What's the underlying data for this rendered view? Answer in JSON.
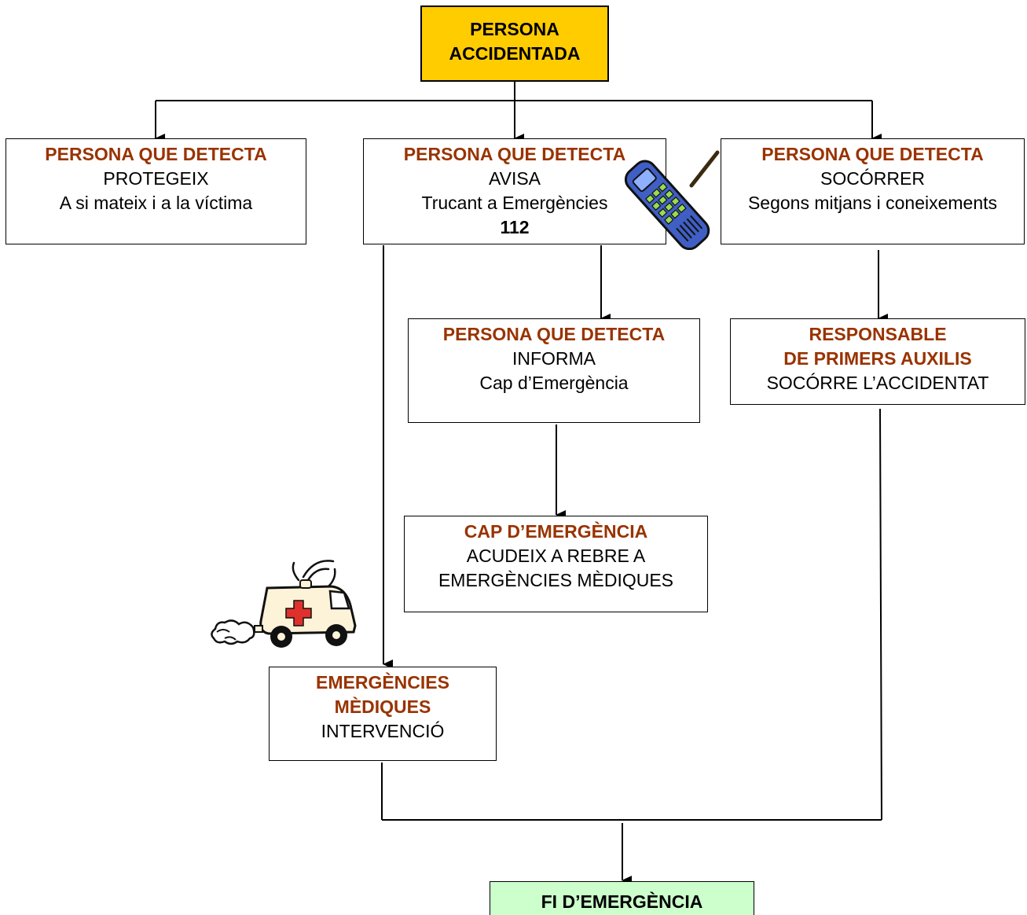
{
  "colors": {
    "title_text": "#993300",
    "root_fill": "#ffcc00",
    "end_fill": "#ccffcc",
    "phone_fill": "#3f5fc4",
    "cross_fill": "#e0302c"
  },
  "nodes": {
    "root": {
      "title": [
        "PERSONA",
        "ACCIDENTADA"
      ]
    },
    "protect": {
      "title": "PERSONA QUE DETECTA",
      "lines": [
        "PROTEGEIX",
        "A si mateix i a la víctima"
      ]
    },
    "alert": {
      "title": "PERSONA QUE DETECTA",
      "lines": [
        "AVISA",
        "Trucant a Emergències"
      ],
      "number": "112"
    },
    "help": {
      "title": "PERSONA QUE DETECTA",
      "lines": [
        "SOCÓRRER",
        "Segons mitjans i coneixements"
      ]
    },
    "inform": {
      "title": "PERSONA QUE DETECTA",
      "lines": [
        "INFORMA",
        "Cap d’Emergència"
      ]
    },
    "first_aid": {
      "title": [
        "RESPONSABLE",
        "DE PRIMERS AUXILIS"
      ],
      "lines": [
        "SOCÓRRE L’ACCIDENTAT"
      ]
    },
    "chief": {
      "title": "CAP D’EMERGÈNCIA",
      "lines": [
        "ACUDEIX A REBRE A",
        "EMERGÈNCIES MÈDIQUES"
      ]
    },
    "medical": {
      "title": [
        "EMERGÈNCIES",
        "MÈDIQUES"
      ],
      "lines": [
        "INTERVENCIÓ"
      ]
    },
    "end": {
      "title": "FI D’EMERGÈNCIA"
    }
  },
  "icons": {
    "phone": "mobile-phone-icon",
    "ambulance": "ambulance-icon"
  }
}
